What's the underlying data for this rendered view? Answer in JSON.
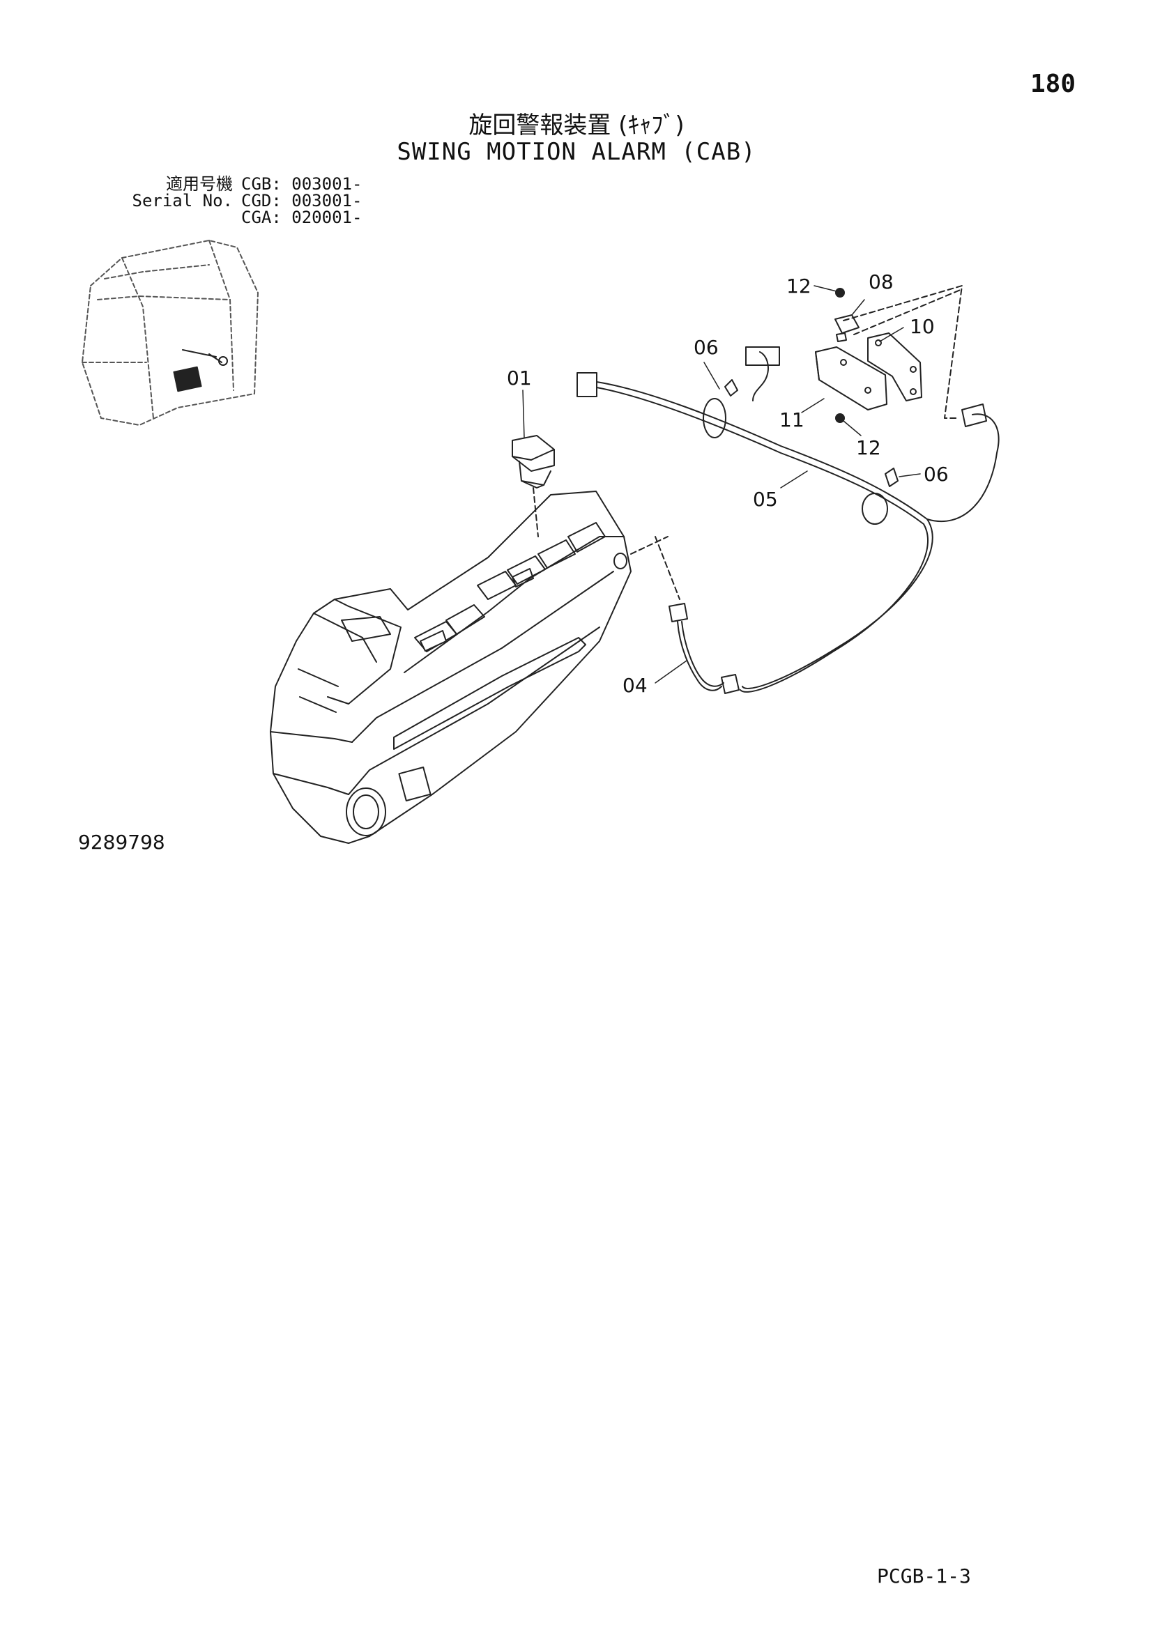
{
  "page_number": "180",
  "title": {
    "japanese": "旋回警報装置 (ｷｬﾌﾞ)",
    "english": "SWING MOTION ALARM (CAB)"
  },
  "serial_applicability": {
    "label_jp": "適用号機",
    "label_en": "Serial No.",
    "rows": [
      {
        "model": "CGB",
        "serial": "003001-"
      },
      {
        "model": "CGD",
        "serial": "003001-"
      },
      {
        "model": "CGA",
        "serial": "020001-"
      }
    ]
  },
  "callouts": [
    "01",
    "04",
    "05",
    "06",
    "06",
    "08",
    "10",
    "11",
    "12",
    "12"
  ],
  "drawing_number": "9289798",
  "document_code": "PCGB-1-3"
}
